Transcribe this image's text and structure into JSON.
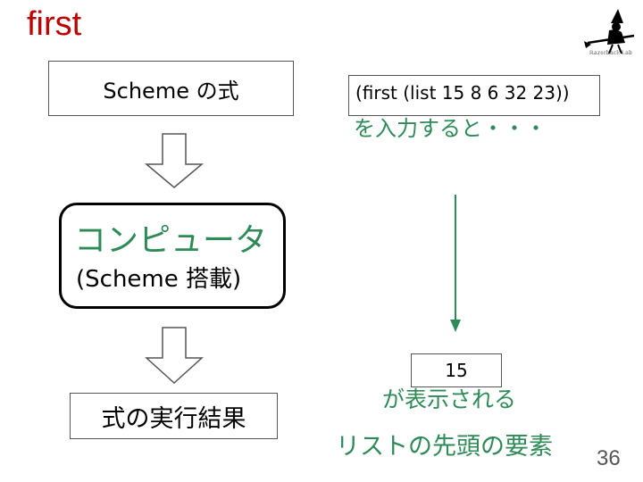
{
  "slide": {
    "title": "first",
    "logo_icon": "witch-on-broom-icon",
    "logo_caption": "ℝ𝕒𝕫𝕠𝕣𝕓𝕒𝕔𝕜 𝕃𝕒𝕓",
    "page_number": "36"
  },
  "left_flow": {
    "input_box": "Scheme の式",
    "computer_line1": "コンピュータ",
    "computer_line2": "(Scheme 搭載)",
    "output_box": "式の実行結果"
  },
  "right_flow": {
    "expression": "(first (list 15 8 6 32 23))",
    "expression_caption": "を入力すると・・・",
    "result": "15",
    "result_caption": "が表示される",
    "footer": "リストの先頭の要素"
  },
  "colors": {
    "title": "#c00000",
    "accent_green": "#2e8b57",
    "arrow_green": "#2e8b57"
  }
}
